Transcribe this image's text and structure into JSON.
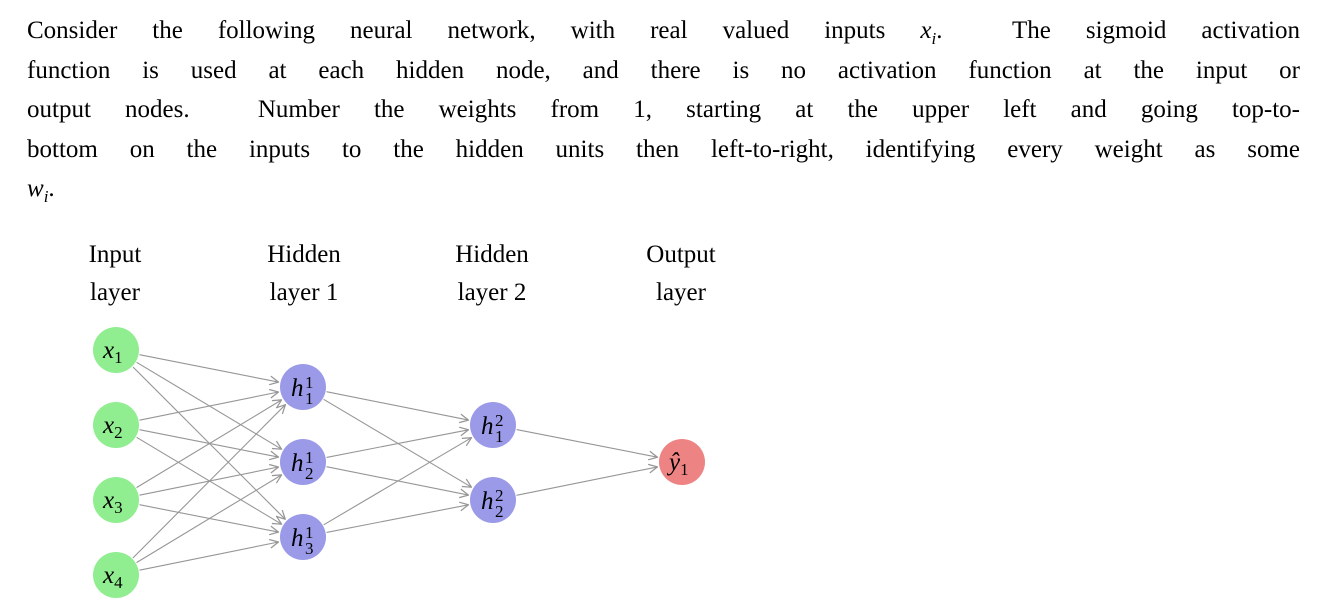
{
  "paragraph": {
    "line1_pre": "Consider the following neural network, with real valued inputs ",
    "line1_math_base": "x",
    "line1_math_sub": "i",
    "line1_post": ".  The sigmoid activation",
    "line2": "function is used at each hidden node, and there is no activation function at the input or",
    "line3": "output nodes.  Number the weights from 1, starting at the upper left and going top-to-",
    "line4": "bottom on the inputs to the hidden units then left-to-right, identifying every weight as some",
    "line5_math_base": "w",
    "line5_math_sub": "i",
    "line5_post": "."
  },
  "headers": [
    {
      "line1": "Input",
      "line2": "layer"
    },
    {
      "line1": "Hidden",
      "line2": "layer 1"
    },
    {
      "line1": "Hidden",
      "line2": "layer 2"
    },
    {
      "line1": "Output",
      "line2": "layer"
    }
  ],
  "nodes": {
    "x1": {
      "base": "x",
      "sub": "1"
    },
    "x2": {
      "base": "x",
      "sub": "2"
    },
    "x3": {
      "base": "x",
      "sub": "3"
    },
    "x4": {
      "base": "x",
      "sub": "4"
    },
    "h11": {
      "base": "h",
      "sup": "1",
      "sub": "1"
    },
    "h12": {
      "base": "h",
      "sup": "1",
      "sub": "2"
    },
    "h13": {
      "base": "h",
      "sup": "1",
      "sub": "3"
    },
    "h21": {
      "base": "h",
      "sup": "2",
      "sub": "1"
    },
    "h22": {
      "base": "h",
      "sup": "2",
      "sub": "2"
    },
    "y1": {
      "base": "ŷ",
      "sub": "1"
    }
  },
  "colors": {
    "input_node": "#90ee90",
    "hidden_node": "#9a9ae8",
    "output_node": "#ee8383",
    "edge": "#969696",
    "text": "#000000",
    "background": "#ffffff"
  }
}
